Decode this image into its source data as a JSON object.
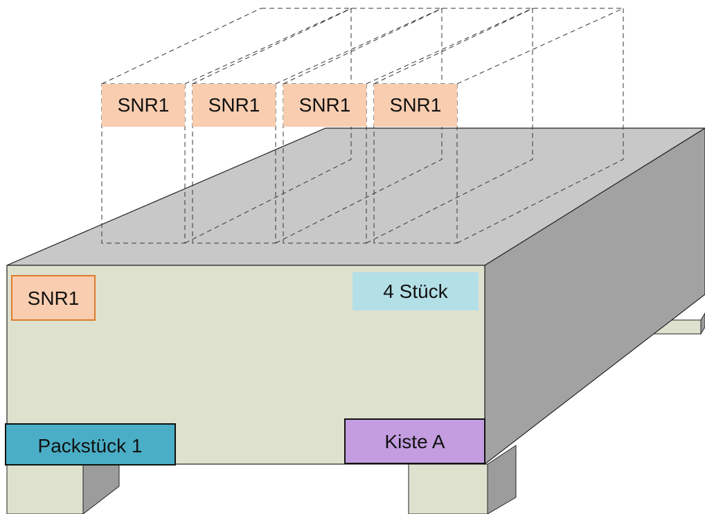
{
  "item_tags": [
    "SNR1",
    "SNR1",
    "SNR1",
    "SNR1"
  ],
  "front_labels": {
    "serial": "SNR1",
    "quantity": "4 Stück",
    "package": "Packstück 1",
    "box": "Kiste A"
  },
  "colors": {
    "box_front": "#dee1cd",
    "box_top": "#c8c8c8",
    "box_side": "#a2a2a2",
    "pallet_light": "#dee1cd",
    "pallet_dark": "#9c9c9c",
    "item_tag_fill": "#f8cdb0",
    "serial_border": "#e07a2a",
    "quantity_fill": "#b3dfe6",
    "package_fill": "#4aaec6",
    "box_fill": "#c39de0"
  }
}
